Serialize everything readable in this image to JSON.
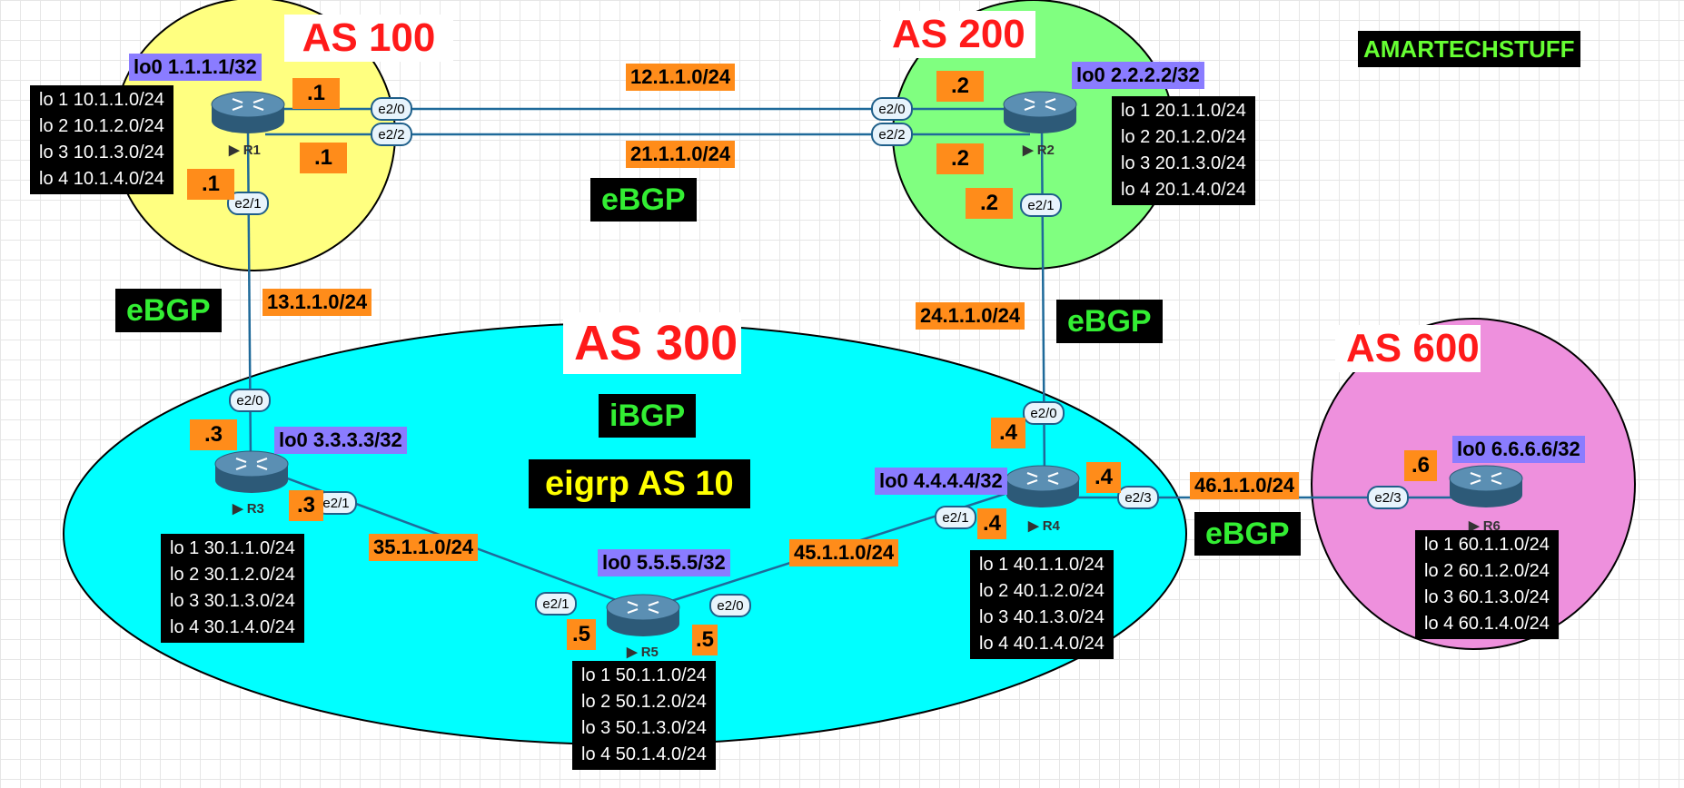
{
  "brand": "AMARTECHSTUFF",
  "as_labels": {
    "as100": "AS 100",
    "as200": "AS 200",
    "as300": "AS 300",
    "as600": "AS 600"
  },
  "protocol_labels": {
    "ebgp_r1_r2": "eBGP",
    "ebgp_r1_r3": "eBGP",
    "ebgp_r2_r4": "eBGP",
    "ebgp_r4_r6": "eBGP",
    "ibgp": "iBGP",
    "eigrp": "eigrp AS  10"
  },
  "subnets": {
    "r1_r2_a": "12.1.1.0/24",
    "r1_r2_b": "21.1.1.0/24",
    "r1_r3": "13.1.1.0/24",
    "r2_r4": "24.1.1.0/24",
    "r3_r5": "35.1.1.0/24",
    "r4_r5": "45.1.1.0/24",
    "r4_r6": "46.1.1.0/24"
  },
  "host_ids": {
    "r1_top": ".1",
    "r1_mid": ".1",
    "r1_bottom": ".1",
    "r2_top": ".2",
    "r2_mid": ".2",
    "r2_bottom": ".2",
    "r3_top": ".3",
    "r3_right": ".3",
    "r4_top": ".4",
    "r4_right": ".4",
    "r4_bottom": ".4",
    "r5_left": ".5",
    "r5_right": ".5",
    "r6": ".6"
  },
  "routers": {
    "r1": {
      "name": "R1",
      "lo0": "lo0 1.1.1.1/32",
      "loopbacks": [
        "lo 1 10.1.1.0/24",
        "lo 2 10.1.2.0/24",
        "lo 3 10.1.3.0/24",
        "lo 4 10.1.4.0/24"
      ]
    },
    "r2": {
      "name": "R2",
      "lo0": "lo0 2.2.2.2/32",
      "loopbacks": [
        "lo 1 20.1.1.0/24",
        "lo 2 20.1.2.0/24",
        "lo 3 20.1.3.0/24",
        "lo 4 20.1.4.0/24"
      ]
    },
    "r3": {
      "name": "R3",
      "lo0": "lo0 3.3.3.3/32",
      "loopbacks": [
        "lo 1 30.1.1.0/24",
        "lo 2 30.1.2.0/24",
        "lo 3 30.1.3.0/24",
        "lo 4 30.1.4.0/24"
      ]
    },
    "r4": {
      "name": "R4",
      "lo0": "lo0 4.4.4.4/32",
      "loopbacks": [
        "lo 1 40.1.1.0/24",
        "lo 2 40.1.2.0/24",
        "lo 3 40.1.3.0/24",
        "lo 4 40.1.4.0/24"
      ]
    },
    "r5": {
      "name": "R5",
      "lo0": "lo0 5.5.5.5/32",
      "loopbacks": [
        "lo 1 50.1.1.0/24",
        "lo 2 50.1.2.0/24",
        "lo 3 50.1.3.0/24",
        "lo 4 50.1.4.0/24"
      ]
    },
    "r6": {
      "name": "R6",
      "lo0": "lo0 6.6.6.6/32",
      "loopbacks": [
        "lo 1 60.1.1.0/24",
        "lo 2 60.1.2.0/24",
        "lo 3 60.1.3.0/24",
        "lo 4 60.1.4.0/24"
      ]
    }
  },
  "interfaces": {
    "r1_e20": "e2/0",
    "r1_e22": "e2/2",
    "r1_e21": "e2/1",
    "r2_e20": "e2/0",
    "r2_e22": "e2/2",
    "r2_e21": "e2/1",
    "r3_e20": "e2/0",
    "r3_e21": "e2/1",
    "r4_e20": "e2/0",
    "r4_e21": "e2/1",
    "r4_e23": "e2/3",
    "r5_e21": "e2/1",
    "r5_e20": "e2/0",
    "r6_e23": "e2/3"
  },
  "colors": {
    "as100_fill": "#ffff80",
    "as200_fill": "#80ff80",
    "as300_fill": "#00ffff",
    "as600_fill": "#ee90dd",
    "link": "#1f6a9a",
    "subnet_bg": "#ff8c1a",
    "lo0_bg": "#8a7cff",
    "title_red": "#ff1a1a"
  }
}
